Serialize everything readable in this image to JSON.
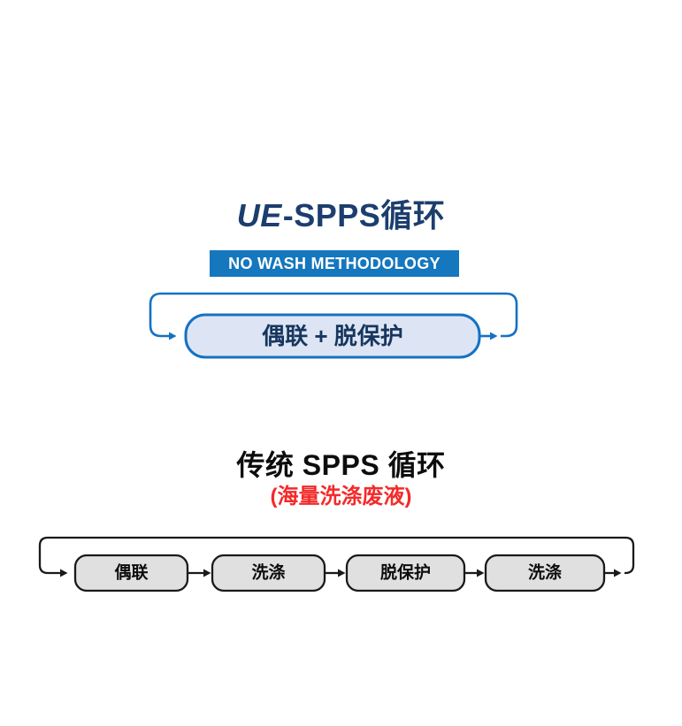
{
  "ue_section": {
    "title_prefix": "UE",
    "title_rest": "-SPPS循环",
    "badge": "NO WASH METHODOLOGY",
    "box_label": "偶联 + 脱保护",
    "colors": {
      "title_navy": "#1c3e6e",
      "banner_blue": "#1577bd",
      "banner_text": "#ffffff",
      "loop_blue": "#1571c3",
      "box_fill": "#dde5f4",
      "box_text": "#17365f"
    }
  },
  "traditional_section": {
    "title": "传统 SPPS 循环",
    "subtitle": "(海量洗涤废液)",
    "steps": [
      "偶联",
      "洗涤",
      "脱保护",
      "洗涤"
    ],
    "colors": {
      "title_black": "#0d0d0d",
      "subtitle_red": "#f42a2a",
      "line_black": "#1a1a1a",
      "box_gray": "#e0e0e0"
    }
  }
}
